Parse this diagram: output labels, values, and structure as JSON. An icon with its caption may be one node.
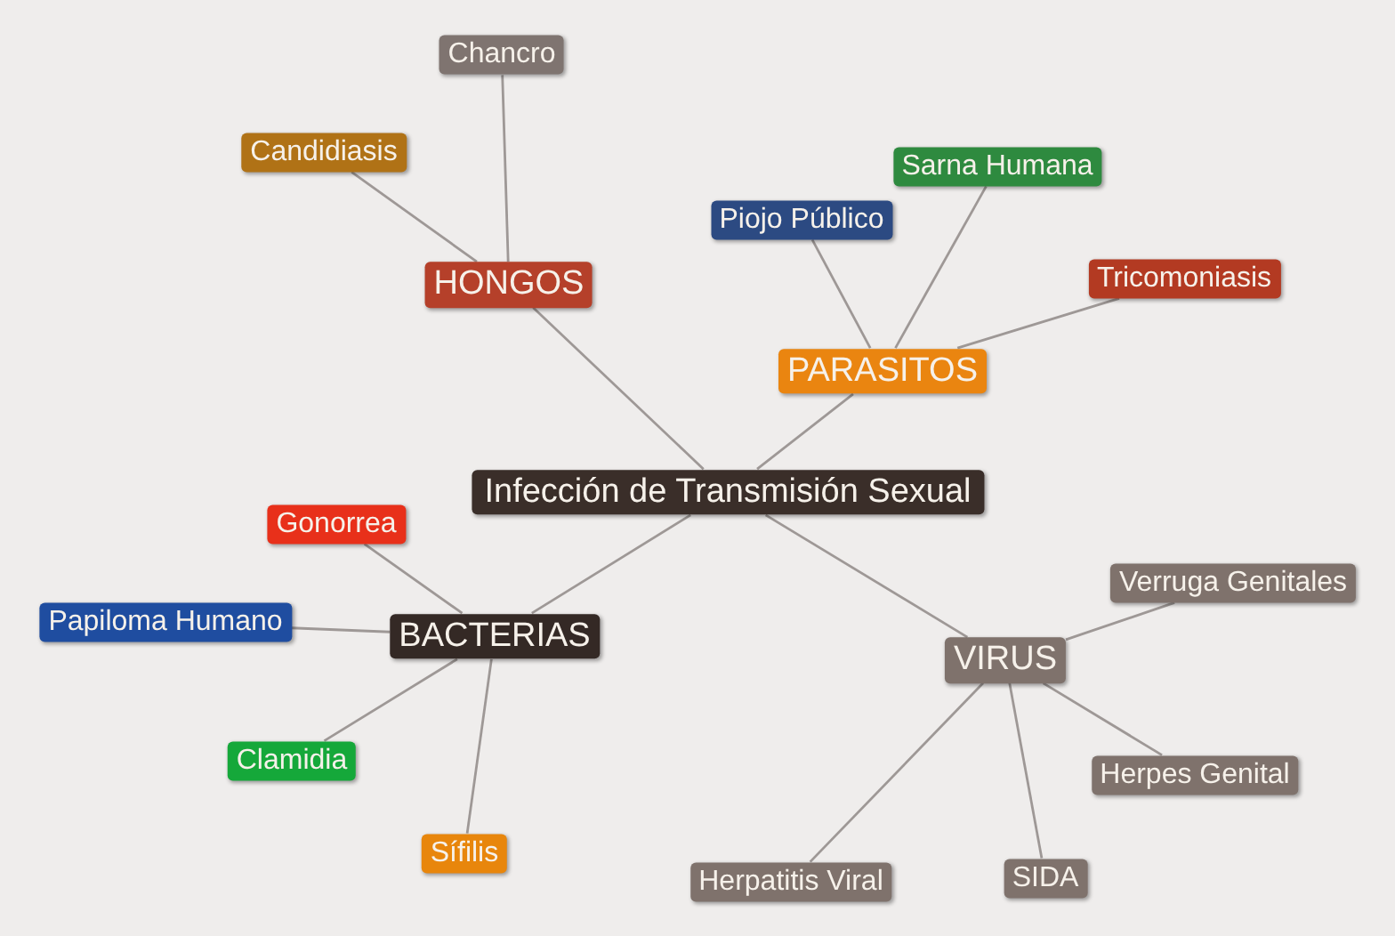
{
  "diagram": {
    "nodes": [
      {
        "text": [
          "Infección de Transmisión Sexual"
        ]
      },
      {
        "text": [
          "HONGOS"
        ]
      },
      {
        "text": [
          "Candidiasis"
        ]
      },
      {
        "text": [
          "Chancro"
        ]
      },
      {
        "text": [
          "PARASITOS"
        ]
      },
      {
        "text": [
          "Piojo Público"
        ]
      },
      {
        "text": [
          "Sarna Humana"
        ]
      },
      {
        "text": [
          "Tricomoniasis"
        ]
      },
      {
        "text": [
          "BACTERIAS"
        ]
      },
      {
        "text": [
          "Gonorrea"
        ]
      },
      {
        "text": [
          "Papiloma Humano"
        ]
      },
      {
        "text": [
          "Clamidia"
        ]
      },
      {
        "text": [
          "Sífilis"
        ]
      },
      {
        "text": [
          "VIRUS"
        ]
      },
      {
        "text": [
          "Verruga Genitales"
        ]
      },
      {
        "text": [
          "Herpes Genital"
        ]
      },
      {
        "text": [
          "Herpatitis Viral"
        ]
      },
      {
        "text": [
          "SIDA"
        ]
      }
    ],
    "edges": [
      {
        "from": 0,
        "to": 1,
        "arrow": "none"
      },
      {
        "from": 0,
        "to": 4,
        "arrow": "none"
      },
      {
        "from": 0,
        "to": 8,
        "arrow": "none"
      },
      {
        "from": 0,
        "to": 13,
        "arrow": "none"
      },
      {
        "from": 1,
        "to": 2,
        "arrow": "none"
      },
      {
        "from": 1,
        "to": 3,
        "arrow": "none"
      },
      {
        "from": 4,
        "to": 5,
        "arrow": "none"
      },
      {
        "from": 4,
        "to": 6,
        "arrow": "none"
      },
      {
        "from": 4,
        "to": 7,
        "arrow": "none"
      },
      {
        "from": 8,
        "to": 9,
        "arrow": "none"
      },
      {
        "from": 8,
        "to": 10,
        "arrow": "none"
      },
      {
        "from": 8,
        "to": 11,
        "arrow": "none"
      },
      {
        "from": 8,
        "to": 12,
        "arrow": "none"
      },
      {
        "from": 13,
        "to": 14,
        "arrow": "none"
      },
      {
        "from": 13,
        "to": 15,
        "arrow": "none"
      },
      {
        "from": 13,
        "to": 16,
        "arrow": "none"
      },
      {
        "from": 13,
        "to": 17,
        "arrow": "none"
      }
    ]
  }
}
